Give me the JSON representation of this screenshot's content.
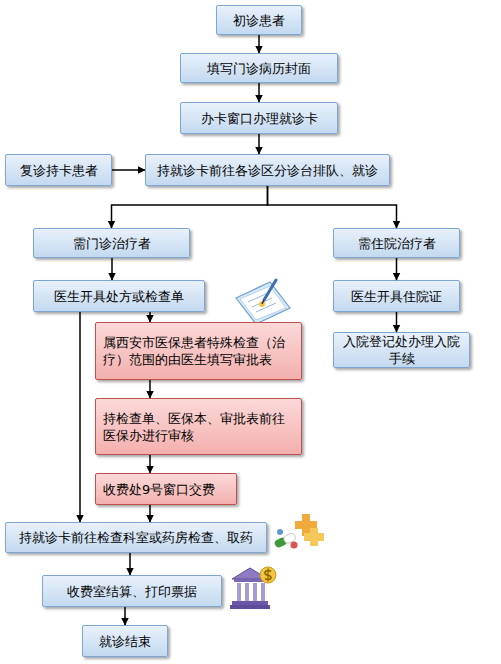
{
  "diagram": {
    "nodes": [
      {
        "text": [
          "初诊患者"
        ]
      },
      {
        "text": [
          "填写门诊病历封面"
        ]
      },
      {
        "text": [
          "办卡窗口办理就诊卡"
        ]
      },
      {
        "text": [
          "复诊持卡患者"
        ]
      },
      {
        "text": [
          "持就诊卡前往各诊区分诊台排队、就诊"
        ]
      },
      {
        "text": [
          "需门诊治疗者"
        ]
      },
      {
        "text": [
          "需住院治疗者"
        ]
      },
      {
        "text": [
          "医生开具处方或检查单"
        ]
      },
      {
        "text": [
          "医生开具住院证"
        ]
      },
      {
        "text": [
          "属西安市医保患者特殊检查（治疗）范围的由医生填写审批表"
        ]
      },
      {
        "text": [
          "入院登记处办理入院手续"
        ]
      },
      {
        "text": [
          "持检查单、医保本、审批表前往医保办进行审核"
        ]
      },
      {
        "text": [
          "收费处9号窗口交费"
        ]
      },
      {
        "text": [
          "持就诊卡前往检查科室或药房检查、取药"
        ]
      },
      {
        "text": [
          "收费室结算、打印票据"
        ]
      },
      {
        "text": [
          "就诊结束"
        ]
      }
    ],
    "edges": [
      {
        "from": 0,
        "to": 1,
        "arrow": "to"
      },
      {
        "from": 1,
        "to": 2,
        "arrow": "to"
      },
      {
        "from": 2,
        "to": 4,
        "arrow": "to"
      },
      {
        "from": 3,
        "to": 4,
        "arrow": "to"
      },
      {
        "from": 4,
        "to": 5,
        "arrow": "to"
      },
      {
        "from": 4,
        "to": 6,
        "arrow": "to"
      },
      {
        "from": 5,
        "to": 7,
        "arrow": "to"
      },
      {
        "from": 6,
        "to": 8,
        "arrow": "to"
      },
      {
        "from": 7,
        "to": 9,
        "arrow": "to"
      },
      {
        "from": 8,
        "to": 10,
        "arrow": "to"
      },
      {
        "from": 9,
        "to": 11,
        "arrow": "to"
      },
      {
        "from": 11,
        "to": 12,
        "arrow": "to"
      },
      {
        "from": 12,
        "to": 13,
        "arrow": "to"
      },
      {
        "from": 7,
        "to": 13,
        "arrow": "to"
      },
      {
        "from": 13,
        "to": 14,
        "arrow": "to"
      },
      {
        "from": 14,
        "to": 15,
        "arrow": "to"
      }
    ]
  }
}
